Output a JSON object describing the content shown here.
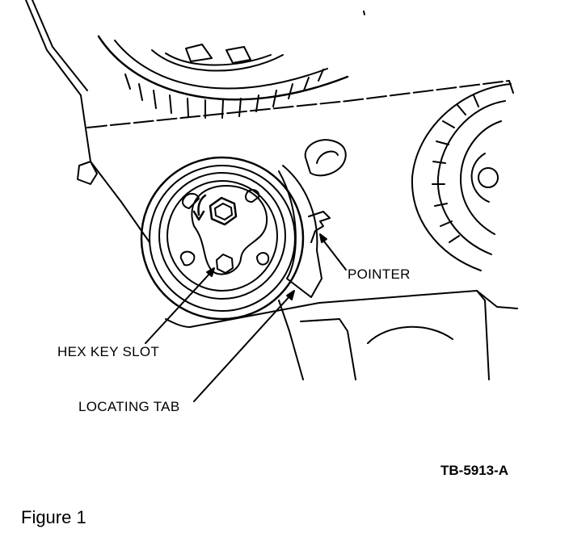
{
  "callouts": {
    "pointer": "POINTER",
    "hex_key_slot": "HEX KEY SLOT",
    "locating_tab": "LOCATING TAB"
  },
  "reference_code": "TB-5913-A",
  "figure_label": "Figure 1",
  "colors": {
    "ink": "#000000",
    "paper": "#ffffff"
  }
}
